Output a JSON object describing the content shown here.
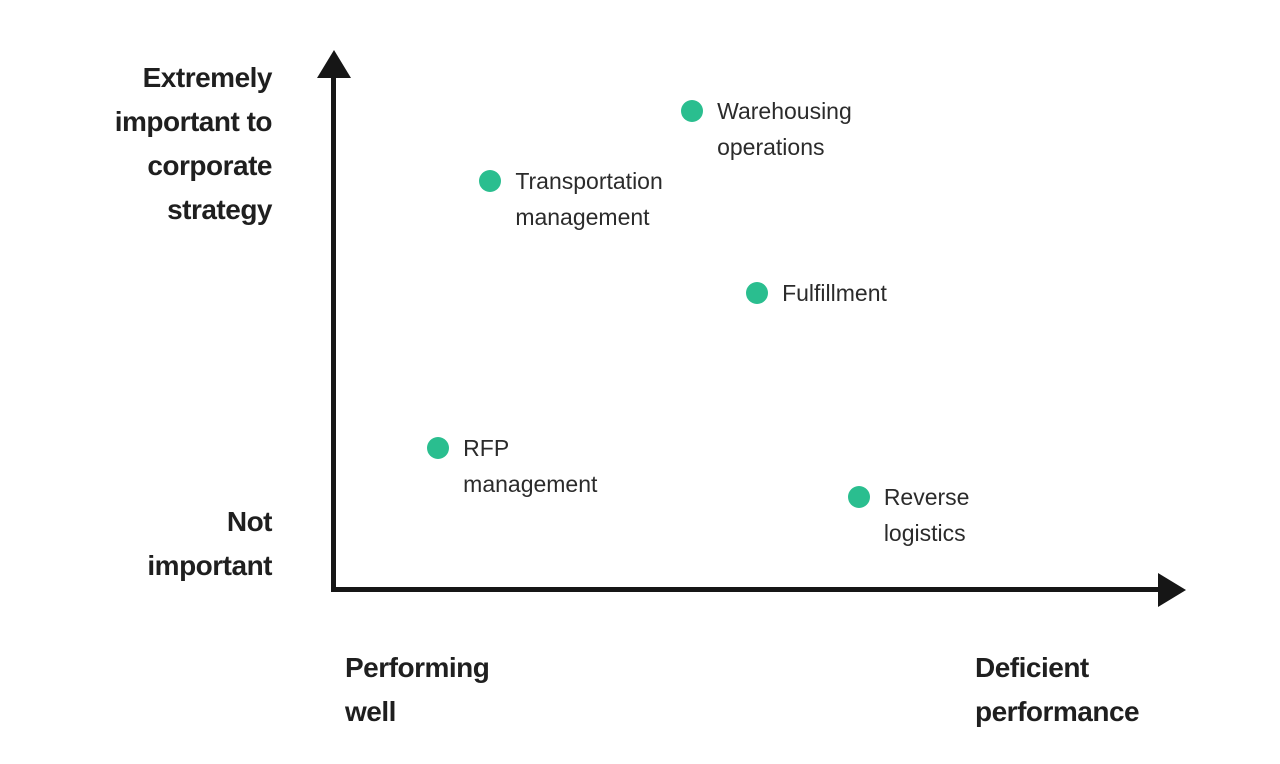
{
  "chart_data": {
    "type": "scatter",
    "title": "",
    "legend": false,
    "grid": false,
    "dot_color": "#2abe8f",
    "axis_color": "#161616",
    "x_axis": {
      "left_label": "Performing\nwell",
      "right_label": "Deficient\nperformance",
      "range": [
        0,
        1
      ]
    },
    "y_axis": {
      "top_label": "Extremely\nimportant to\ncorporate\nstrategy",
      "bottom_label": "Not\nimportant",
      "range": [
        0,
        1
      ]
    },
    "points": [
      {
        "name": "Warehousing operations",
        "label": "Warehousing\noperations",
        "performance": 0.42,
        "importance": 0.89
      },
      {
        "name": "Transportation management",
        "label": "Transportation\nmanagement",
        "performance": 0.184,
        "importance": 0.76
      },
      {
        "name": "Fulfillment",
        "label": "Fulfillment",
        "performance": 0.496,
        "importance": 0.552
      },
      {
        "name": "RFP management",
        "label": "RFP management",
        "performance": 0.123,
        "importance": 0.264
      },
      {
        "name": "Reverse logistics",
        "label": "Reverse logistics",
        "performance": 0.615,
        "importance": 0.173
      }
    ]
  }
}
